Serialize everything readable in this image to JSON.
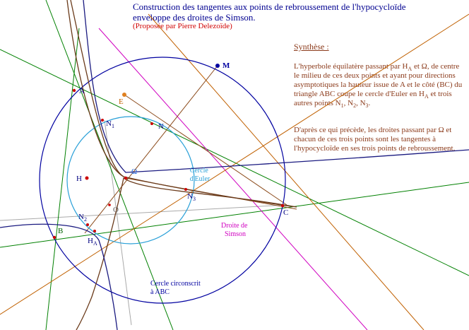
{
  "title": "Construction des tangentes aux points de rebroussement de l'hypocycloïde enveloppe des droites de Simson.",
  "subtitle": "(Proposée par Pierre Delezoïde)",
  "synthesis": {
    "heading": "Synthèse :",
    "p1_parts": [
      "L'hyperbole équilatère passant par H",
      "A",
      " et Ω, de centre le milieu de ces deux points et ayant pour directions asymptotiques la hauteur issue de A et le côté (BC) du triangle ABC coupe le cercle d'Euler en H",
      "A",
      " et trois autres points N",
      "1",
      ", N",
      "2",
      ", N",
      "3",
      "."
    ],
    "p2": "D'après ce qui précède, les droites passant par Ω et chacun de ces trois points sont les tangentes à l'hypocycloïde en ses trois points de rebroussement."
  },
  "labels": {
    "A": "A",
    "B": "B",
    "C": "C",
    "M": "M",
    "E": "E",
    "N": "N",
    "H": "H",
    "Omega": "Ω",
    "O": "O",
    "N1": "N",
    "N1_sub": "1",
    "N2": "N",
    "N2_sub": "2",
    "N3": "N",
    "N3_sub": "3",
    "HA": "H",
    "HA_sub": "A",
    "euler_circle": [
      "Cercle",
      "d'Euler"
    ],
    "simson_line": [
      "Droite de",
      "Simson"
    ],
    "circumcircle": [
      "Cercle circonscrit",
      "à ABC"
    ]
  },
  "colors": {
    "circumcircle": "#0000a0",
    "euler": "#2aa0d8",
    "hypocycloid": "#6a3a1a",
    "hyperbola": "#1a1a80",
    "triangle": "#008000",
    "simson": "#d000c0",
    "tangent": "#c06000",
    "text_synth": "#8b3a1a",
    "point": "#cc0000"
  }
}
